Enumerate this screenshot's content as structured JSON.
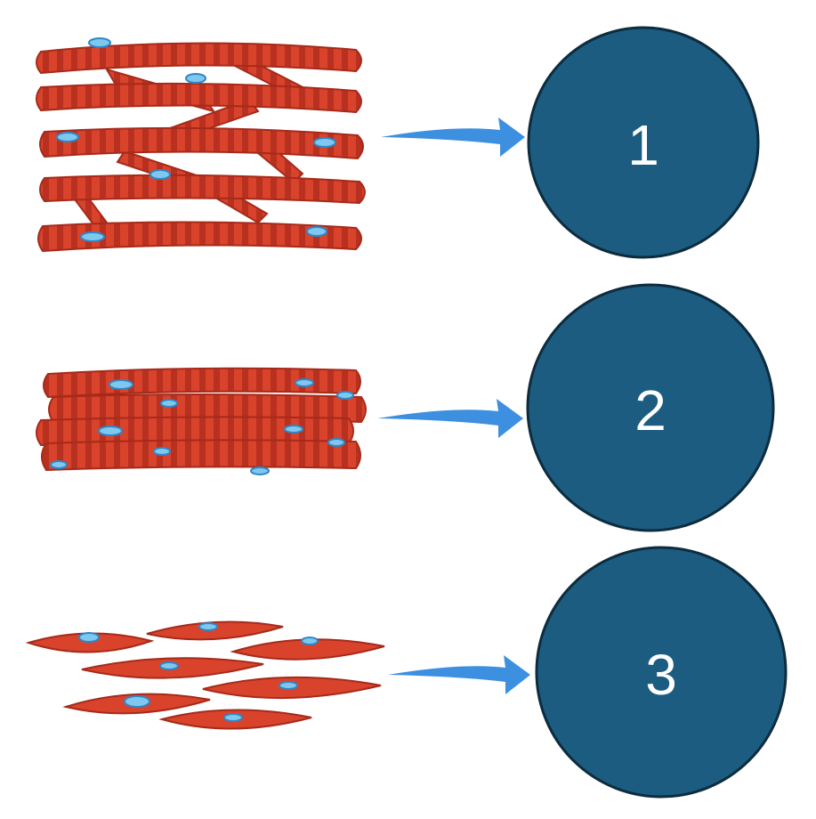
{
  "colors": {
    "background": "#ffffff",
    "muscle_fill": "#d9432b",
    "muscle_stripe": "#b8301f",
    "muscle_outline": "#a62a1a",
    "nucleus_fill": "#7ec8f0",
    "nucleus_outline": "#2f86c6",
    "arrow": "#3d8fe0",
    "circle_fill": "#1b5c80",
    "circle_outline": "#0d2c3e",
    "label_color": "#ffffff"
  },
  "icons": {
    "arrow": "arrow-right-icon"
  },
  "rows": [
    {
      "id": "cardiac",
      "tissue_icon": "cardiac-muscle-icon",
      "label": "1"
    },
    {
      "id": "skeletal",
      "tissue_icon": "skeletal-muscle-icon",
      "label": "2"
    },
    {
      "id": "smooth",
      "tissue_icon": "smooth-muscle-icon",
      "label": "3"
    }
  ]
}
